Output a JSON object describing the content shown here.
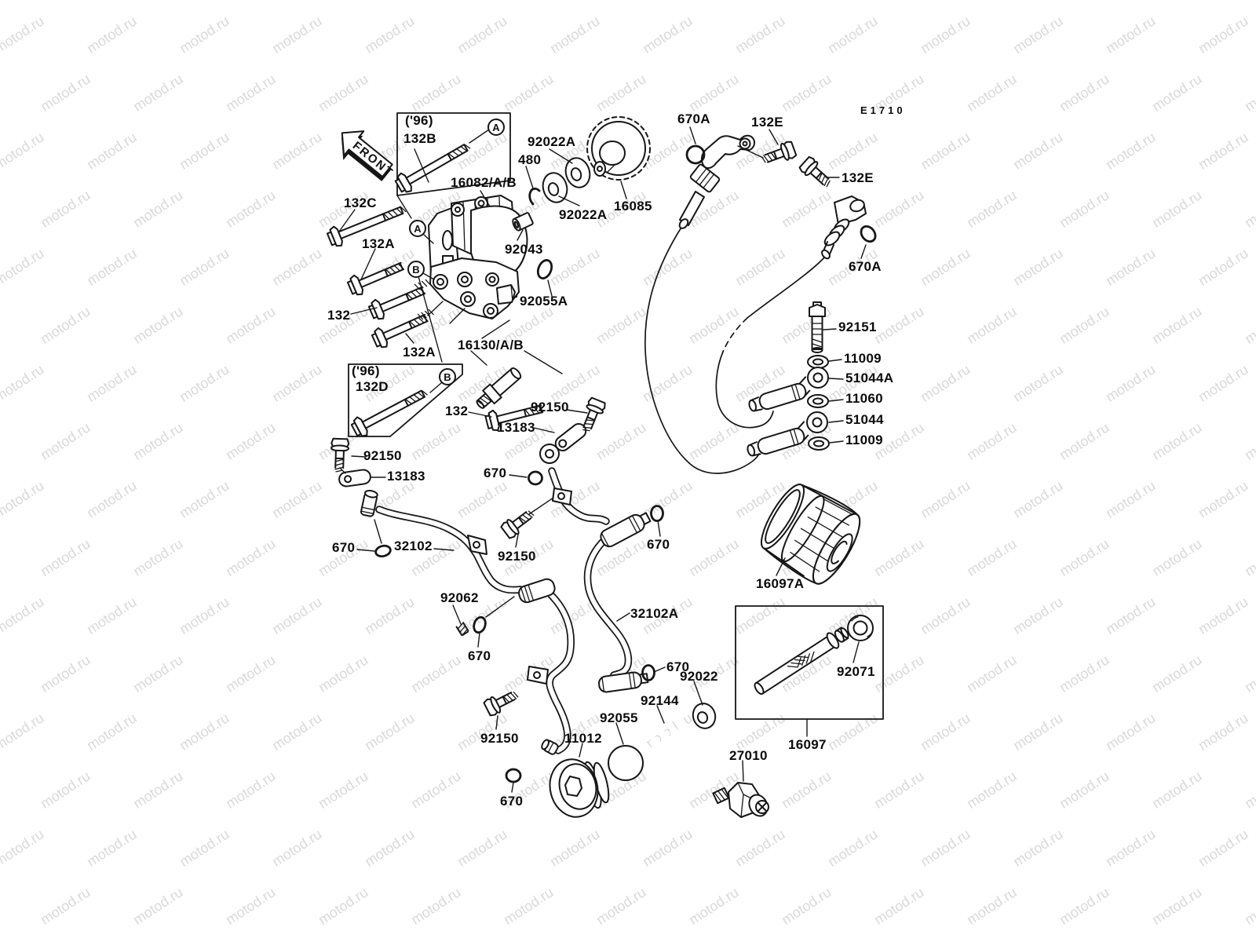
{
  "meta": {
    "code": "E1710",
    "front": "FRONT"
  },
  "watermark": {
    "text": "motod.ru"
  },
  "circles": {
    "a1": "A",
    "a2": "A",
    "b1": "B",
    "b2": "B"
  },
  "callouts": [
    "('96)",
    "132B",
    "92022A",
    "480",
    "16082/A/B",
    "132C",
    "16085",
    "92022A",
    "670A",
    "132E",
    "132E",
    "670A",
    "132A",
    "92043",
    "132",
    "92055A",
    "132A",
    "16130/A/B",
    "('96)",
    "132D",
    "132",
    "92150",
    "13183",
    "92150",
    "13183",
    "670",
    "92151",
    "11009",
    "51044A",
    "11060",
    "51044",
    "11009",
    "670",
    "32102",
    "92150",
    "670",
    "16097A",
    "92062",
    "670",
    "32102A",
    "670",
    "92022",
    "92144",
    "92055",
    "92150",
    "11012",
    "670",
    "92071",
    "16097",
    "27010"
  ]
}
